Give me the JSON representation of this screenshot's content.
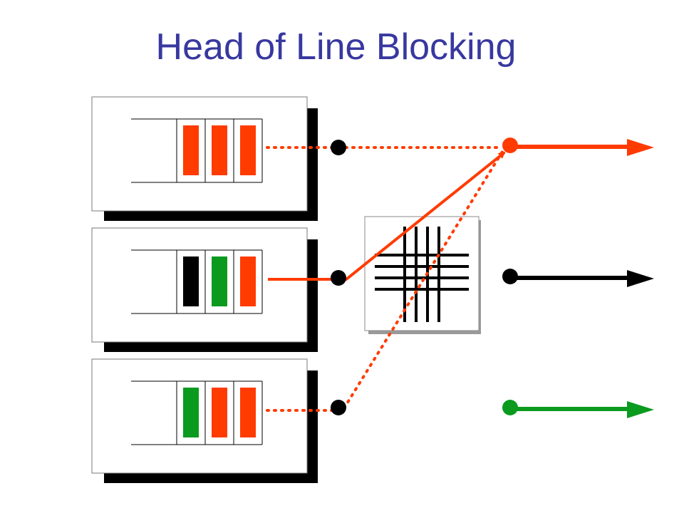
{
  "slide": {
    "title": "Head of Line Blocking"
  },
  "colors": {
    "title": "#3838a0",
    "red": "#ff3b00",
    "green": "#0a9a1e",
    "black": "#000000",
    "shadow": "#000000",
    "box_fill": "#ffffff"
  },
  "diagram": {
    "input_queues": [
      {
        "name": "input-1",
        "packets": [
          "red",
          "red",
          "red"
        ],
        "connection": "dotted",
        "destination": "output-1"
      },
      {
        "name": "input-2",
        "packets": [
          "black",
          "green",
          "red"
        ],
        "connection": "solid",
        "destination": "output-1"
      },
      {
        "name": "input-3",
        "packets": [
          "green",
          "red",
          "red"
        ],
        "connection": "dotted",
        "destination": "output-1"
      }
    ],
    "switch_fabric": "crossbar",
    "output_ports": [
      {
        "name": "output-1",
        "color": "red"
      },
      {
        "name": "output-2",
        "color": "black"
      },
      {
        "name": "output-3",
        "color": "green"
      }
    ]
  }
}
